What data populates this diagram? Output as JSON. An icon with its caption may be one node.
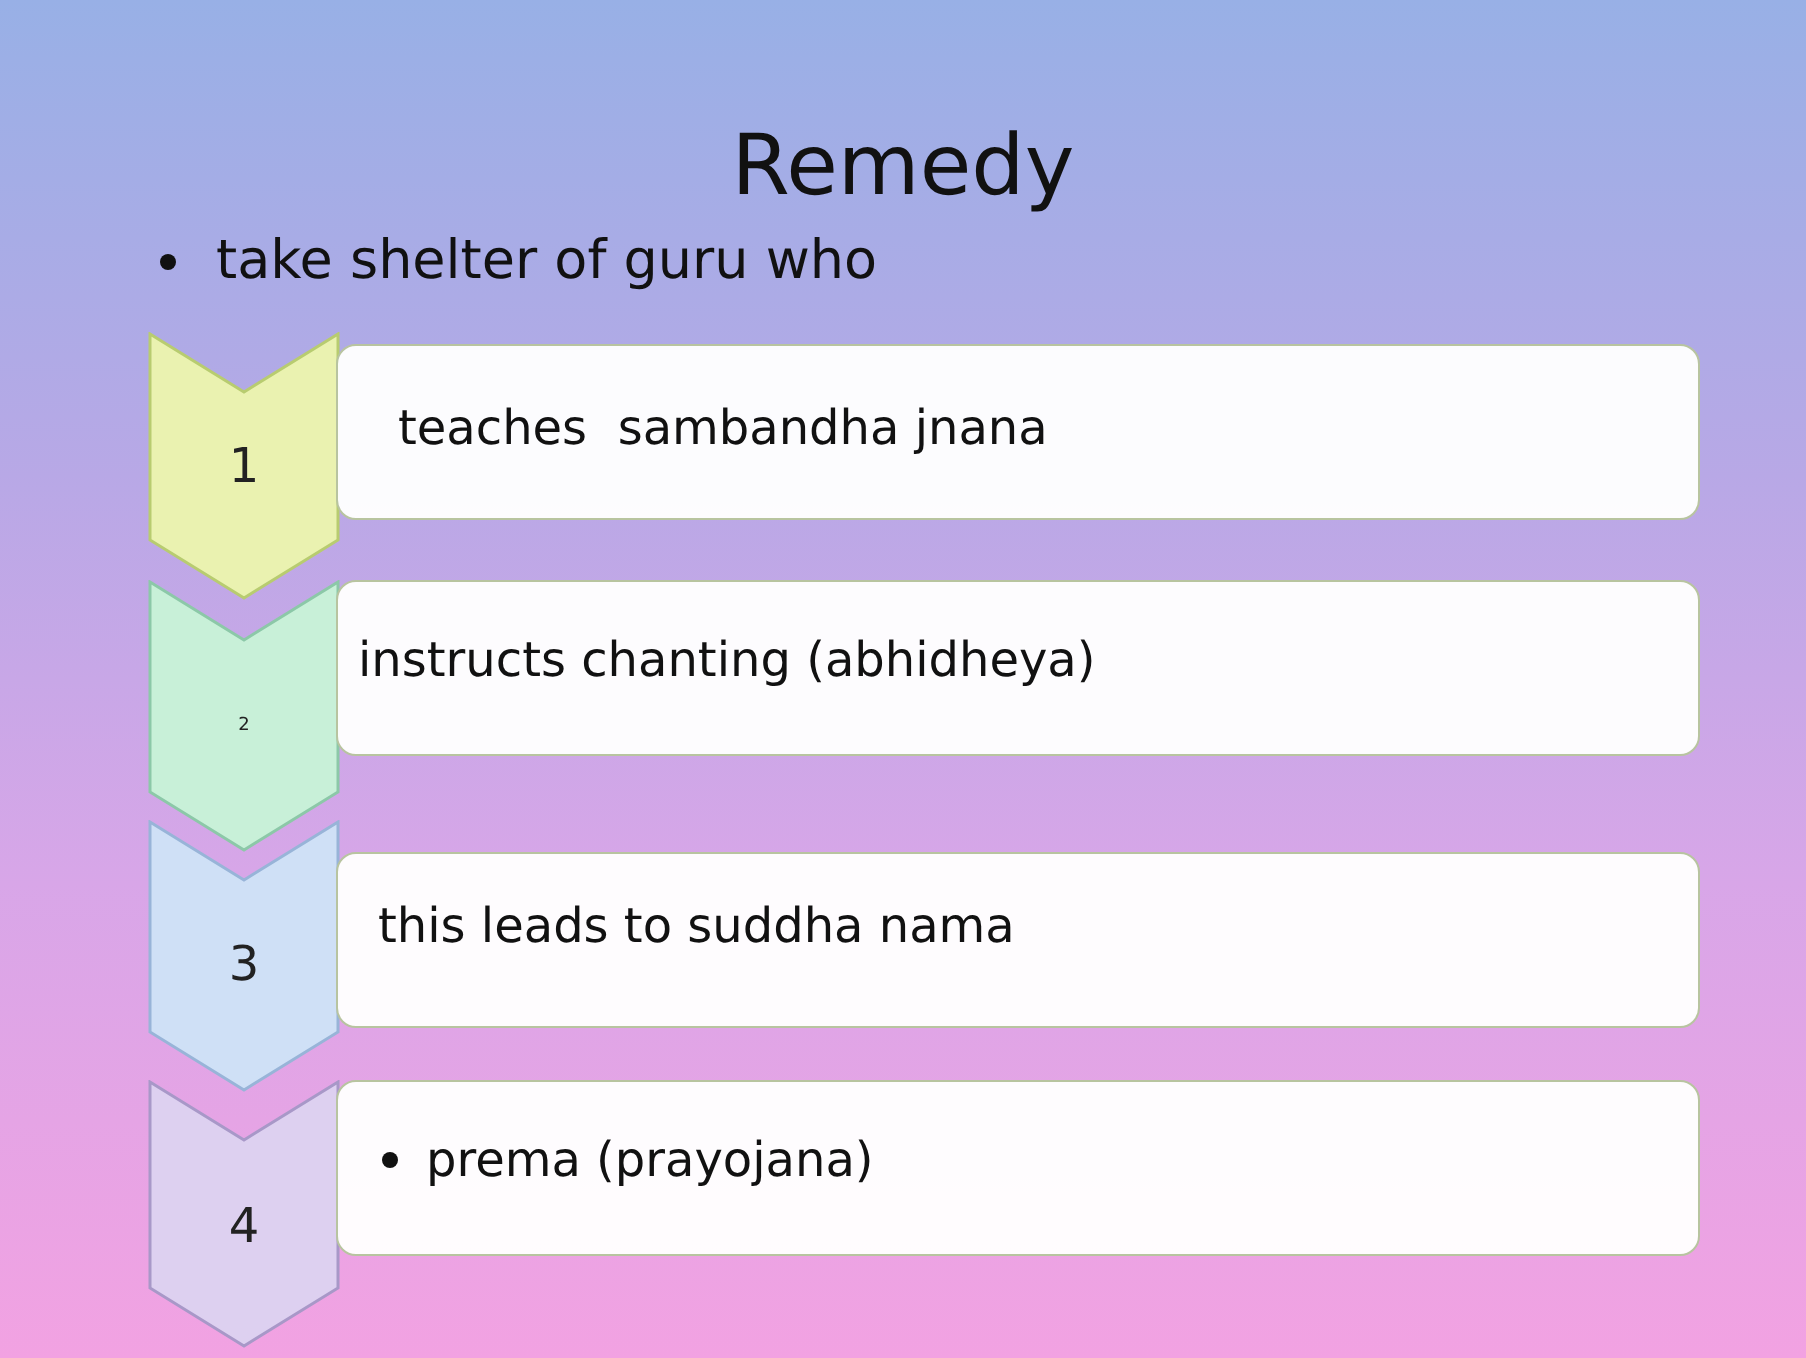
{
  "diagram": {
    "title": "Remedy",
    "nodes": [
      {
        "text": [
          "1"
        ]
      },
      {
        "text": [
          "teaches  sambandha jnana"
        ]
      },
      {
        "text": [
          "2"
        ]
      },
      {
        "text": [
          "instructs chanting (abhidheya)"
        ]
      },
      {
        "text": [
          "3"
        ]
      },
      {
        "text": [
          "this leads to suddha nama"
        ]
      },
      {
        "text": [
          "4"
        ]
      },
      {
        "text": [
          "prema (prayojana)"
        ]
      }
    ],
    "labels": [
      "take shelter of guru who"
    ]
  }
}
